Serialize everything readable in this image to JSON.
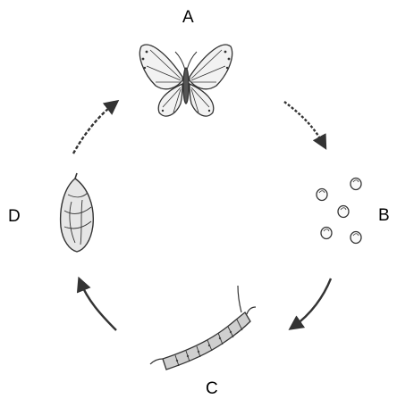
{
  "diagram": {
    "labels": {
      "a": "A",
      "b": "B",
      "c": "C",
      "d": "D"
    },
    "stages": [
      {
        "key": "a",
        "icon": "butterfly-icon"
      },
      {
        "key": "b",
        "icon": "eggs-icon"
      },
      {
        "key": "c",
        "icon": "caterpillar-icon"
      },
      {
        "key": "d",
        "icon": "chrysalis-icon"
      }
    ],
    "colors": {
      "ink": "#222222",
      "background": "#ffffff"
    }
  }
}
